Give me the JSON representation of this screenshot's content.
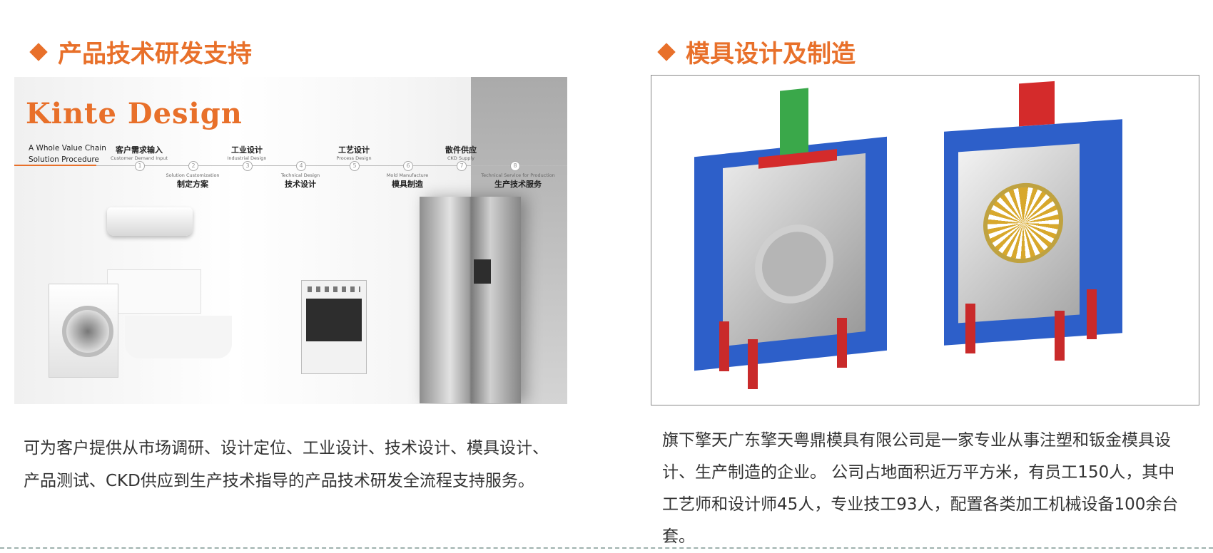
{
  "left": {
    "title": "产品技术研发支持",
    "brand": "Kinte Design",
    "chain_label_1": "A Whole Value Chain",
    "chain_label_2": "Solution Procedure",
    "steps_top": [
      {
        "num": "1",
        "cn": "客户需求输入",
        "en": "Customer Demand Input"
      },
      {
        "num": "3",
        "cn": "工业设计",
        "en": "Industrial Design"
      },
      {
        "num": "5",
        "cn": "工艺设计",
        "en": "Process Design"
      },
      {
        "num": "7",
        "cn": "散件供应",
        "en": "CKD Supply"
      }
    ],
    "steps_bottom": [
      {
        "num": "2",
        "cn": "制定方案",
        "en": "Solution Customization"
      },
      {
        "num": "4",
        "cn": "技术设计",
        "en": "Technical Design"
      },
      {
        "num": "6",
        "cn": "模具制造",
        "en": "Mold Manufacture"
      },
      {
        "num": "8",
        "cn": "生产技术服务",
        "en": "Technical Service for Production"
      }
    ],
    "description": "可为客户提供从市场调研、设计定位、工业设计、技术设计、模具设计、产品测试、CKD供应到生产技术指导的产品技术研发全流程支持服务。"
  },
  "right": {
    "title": "模具设计及制造",
    "description": "旗下擎天广东擎天粤鼎模具有限公司是一家专业从事注塑和钣金模具设计、生产制造的企业。 公司占地面积近万平方米，有员工150人，其中工艺师和设计师45人，专业技工93人，配置各类加工机械设备100余台套。"
  },
  "colors": {
    "accent": "#e8702a",
    "mold_blue": "#2d5fc9",
    "mold_red": "#d42b2b"
  }
}
